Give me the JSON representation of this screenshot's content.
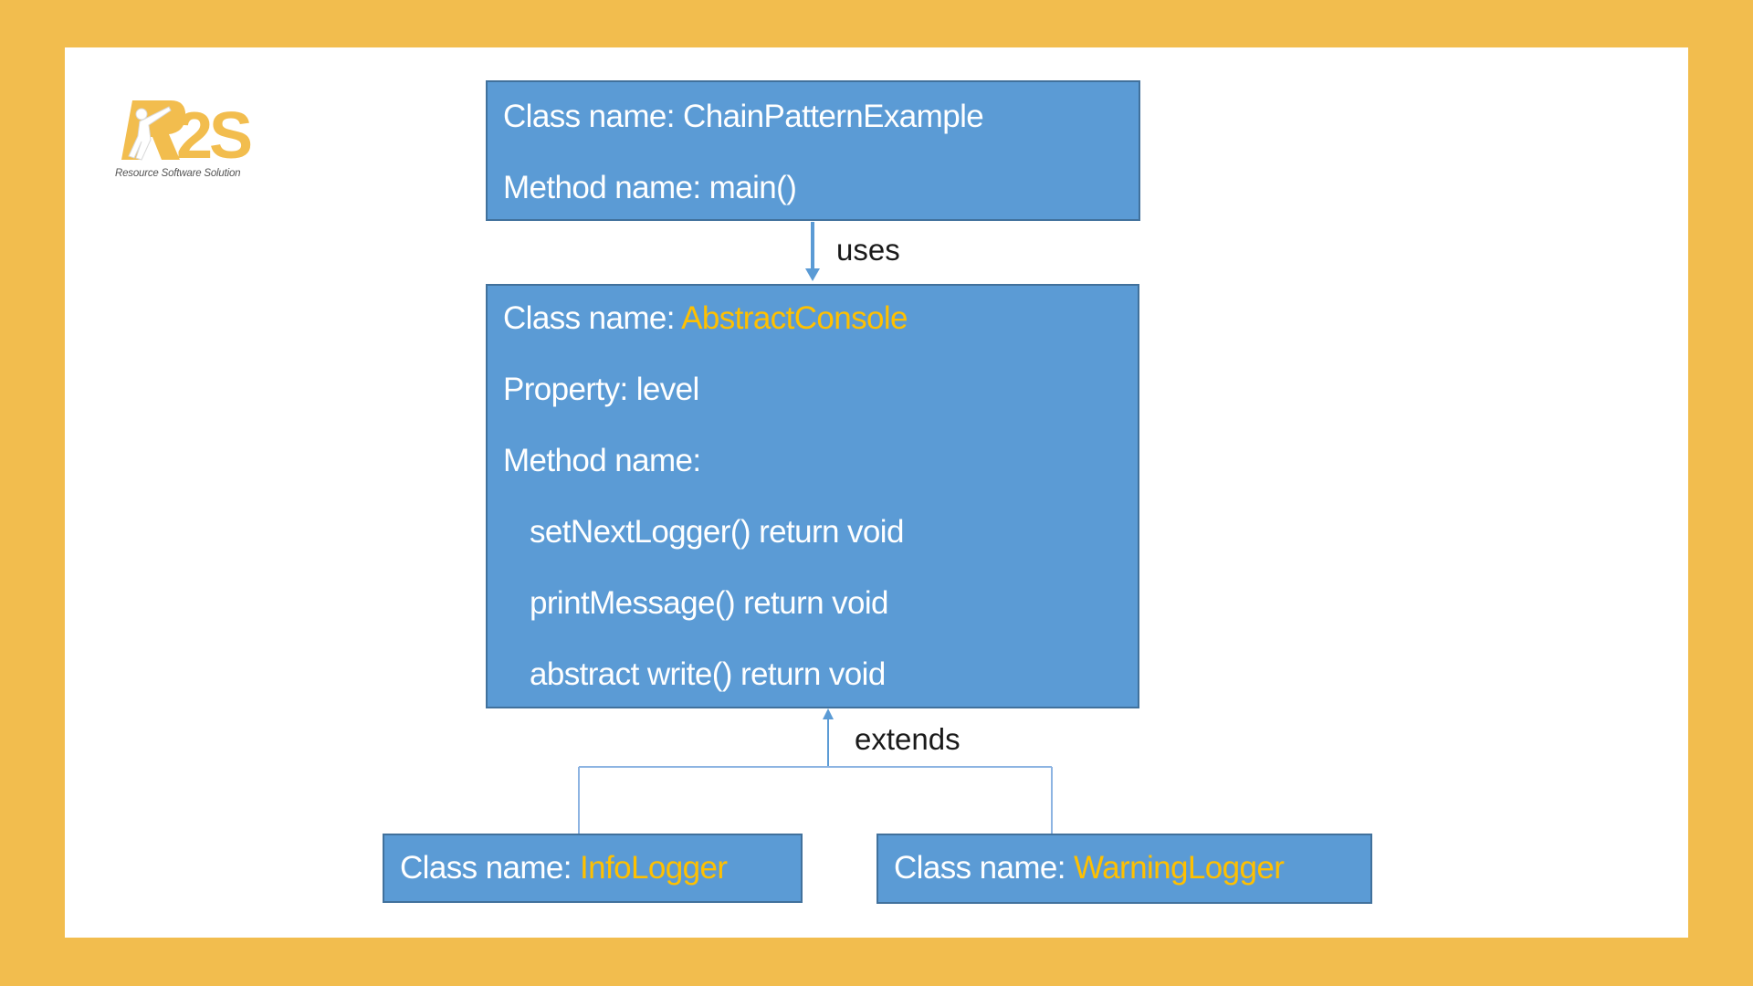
{
  "logo": {
    "mark": "R2S",
    "tagline": "Resource Software Solution",
    "color": "#F2BD4E"
  },
  "colors": {
    "background": "#F2BD4E",
    "panel": "#FFFFFF",
    "box_fill": "#5B9BD5",
    "box_border": "#41719C",
    "box_text": "#FFFFFF",
    "highlight_text": "#FFC000",
    "connector": "#5B9BD5"
  },
  "diagram": {
    "client": {
      "class_label": "Class name: ",
      "class_name": "ChainPatternExample",
      "method_label": "Method name: ",
      "method_name": "main()"
    },
    "relation_uses": "uses",
    "abstract": {
      "class_label": "Class name: ",
      "class_name": "AbstractConsole",
      "property_line": "Property: level",
      "method_header": "Method name:",
      "methods": [
        "setNextLogger() return void",
        "printMessage() return void",
        "abstract write() return void"
      ]
    },
    "relation_extends": "extends",
    "subclasses": [
      {
        "class_label": "Class name: ",
        "class_name": "InfoLogger"
      },
      {
        "class_label": "Class name: ",
        "class_name": "WarningLogger"
      }
    ]
  }
}
